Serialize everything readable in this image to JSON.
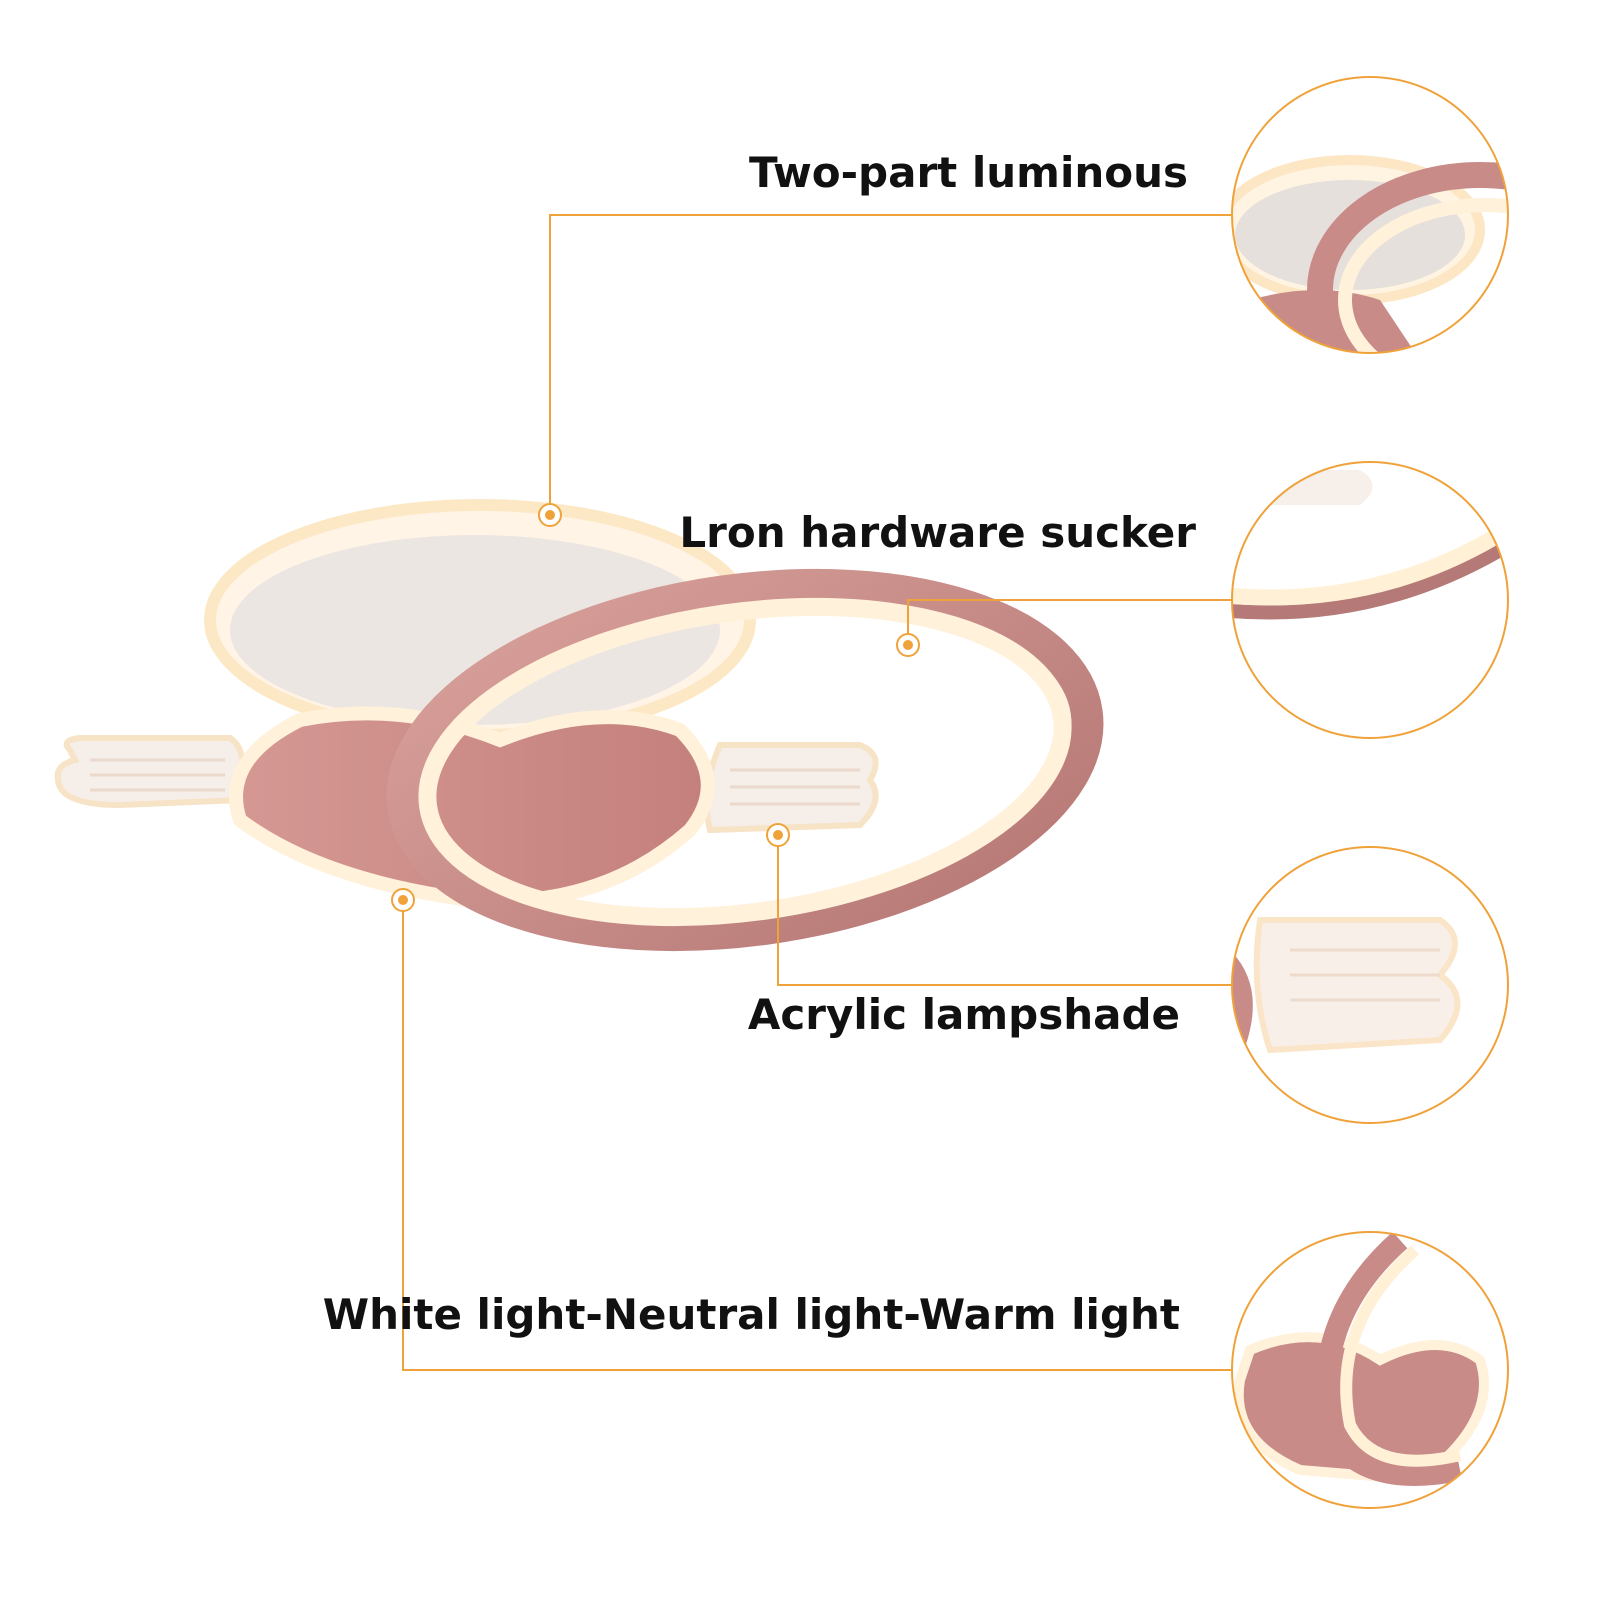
{
  "labels": [
    {
      "id": "luminous",
      "text": "Two-part luminous"
    },
    {
      "id": "sucker",
      "text": "Lron hardware sucker"
    },
    {
      "id": "lampshade",
      "text": "Acrylic lampshade"
    },
    {
      "id": "light",
      "text": "White light-Neutral light-Warm light"
    }
  ],
  "colors": {
    "accent": "#f0a23a",
    "pink": "#cf8f8c",
    "pink_dark": "#b97774",
    "glow": "#fff1da",
    "cloud": "#eee8e4",
    "text": "#111111"
  }
}
